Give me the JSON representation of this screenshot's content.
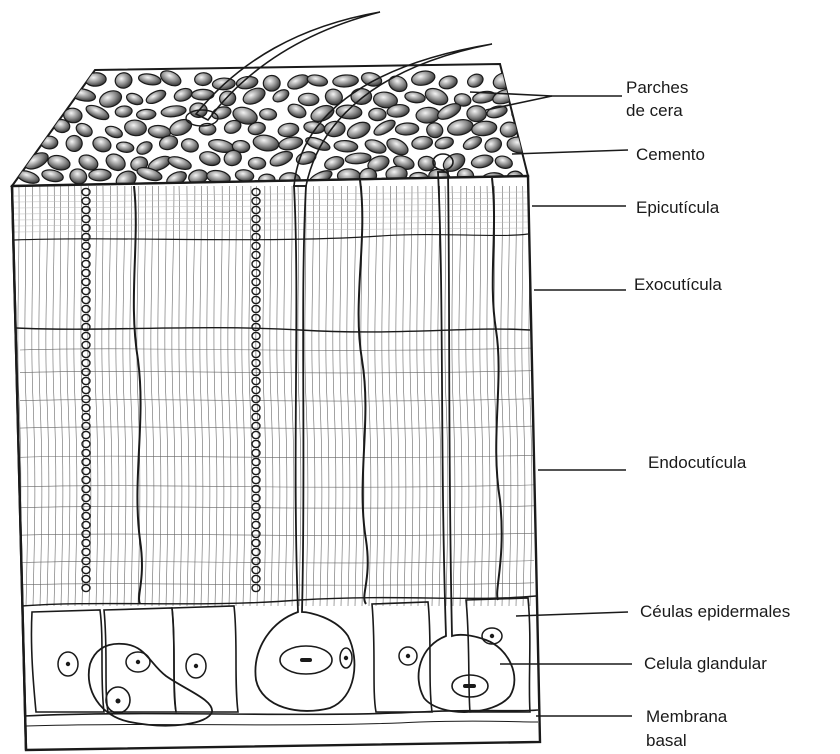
{
  "labels": {
    "parches_line1": "Parches",
    "parches_line2": "de cera",
    "cemento": "Cemento",
    "epicuticula": "Epicutícula",
    "exocuticula": "Exocutícula",
    "endocuticula": "Endocutícula",
    "celulas_epidermales": "Céulas epidermales",
    "celula_glandular": "Celula glandular",
    "membrana_line1": "Membrana",
    "membrana_line2": "basal"
  },
  "colors": {
    "ink": "#1a1a1a",
    "background": "#ffffff",
    "wax_fill": "#3a3a3a"
  }
}
